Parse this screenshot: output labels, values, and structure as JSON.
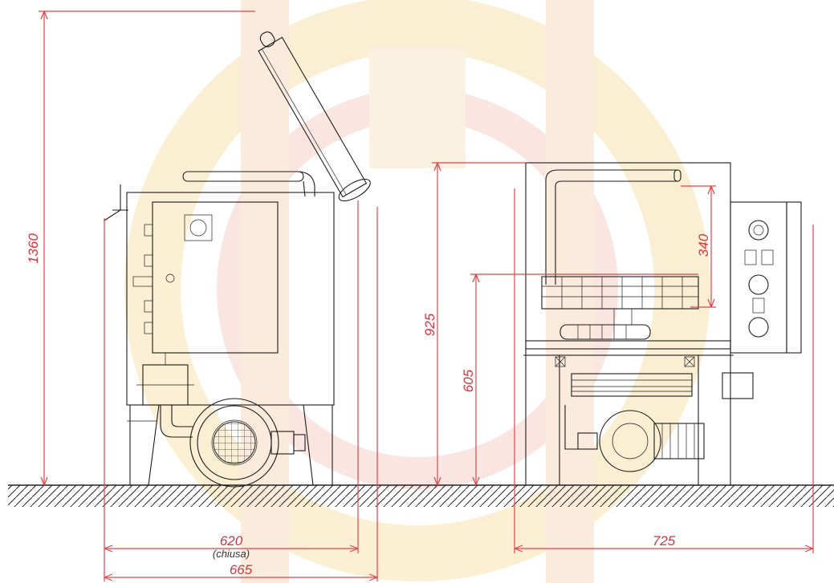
{
  "colors": {
    "dimension": "#e0434b",
    "drawing_lines": "#1c1c1c",
    "background": "#ffffff",
    "watermark_warm": "#f6d9a0",
    "watermark_red": "#f3b9b3"
  },
  "dimensions": {
    "total_height": "1360",
    "frame_height": "925",
    "working_height": "605",
    "tank_depth": "340",
    "width_closed": "620",
    "width_closed_note": "(chiusa)",
    "width_open": "665",
    "depth": "725"
  }
}
